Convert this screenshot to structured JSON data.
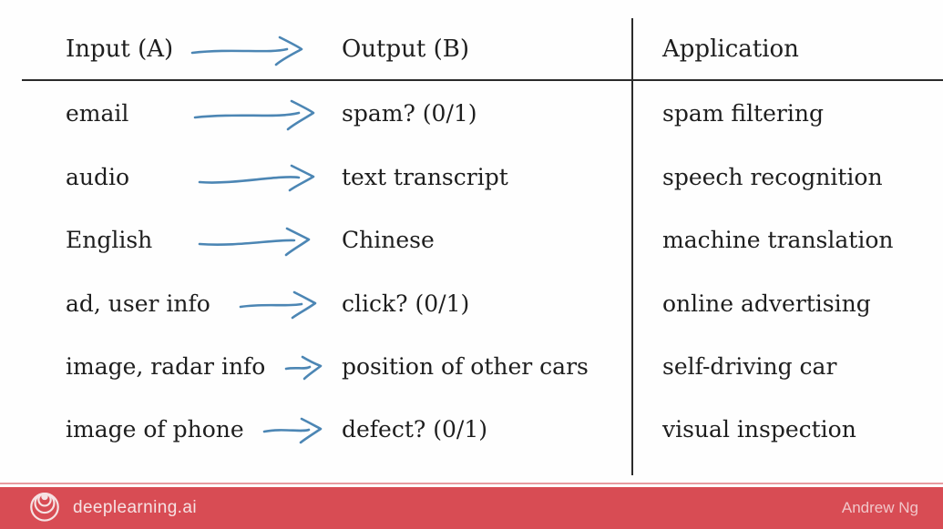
{
  "header": {
    "input": "Input (A)",
    "output": "Output (B)",
    "application": "Application"
  },
  "rows": [
    {
      "input": "email",
      "output": "spam? (0/1)",
      "application": "spam filtering"
    },
    {
      "input": "audio",
      "output": "text transcript",
      "application": "speech recognition"
    },
    {
      "input": "English",
      "output": "Chinese",
      "application": "machine translation"
    },
    {
      "input": "ad, user info",
      "output": "click? (0/1)",
      "application": "online advertising"
    },
    {
      "input": "image, radar info",
      "output": "position of other cars",
      "application": "self-driving car"
    },
    {
      "input": "image of phone",
      "output": "defect? (0/1)",
      "application": "visual inspection"
    }
  ],
  "footer": {
    "brand": "deeplearning.ai",
    "author": "Andrew Ng"
  },
  "colors": {
    "arrow_blue": "#4c86b4",
    "table_line": "#2b2b2b",
    "text": "#1e1e1e",
    "footer_bar_red": "#d84c54",
    "footer_accent_line": "#e89aa0",
    "brand_text": "#f6e2e3",
    "author_text": "#f1c6c9"
  }
}
